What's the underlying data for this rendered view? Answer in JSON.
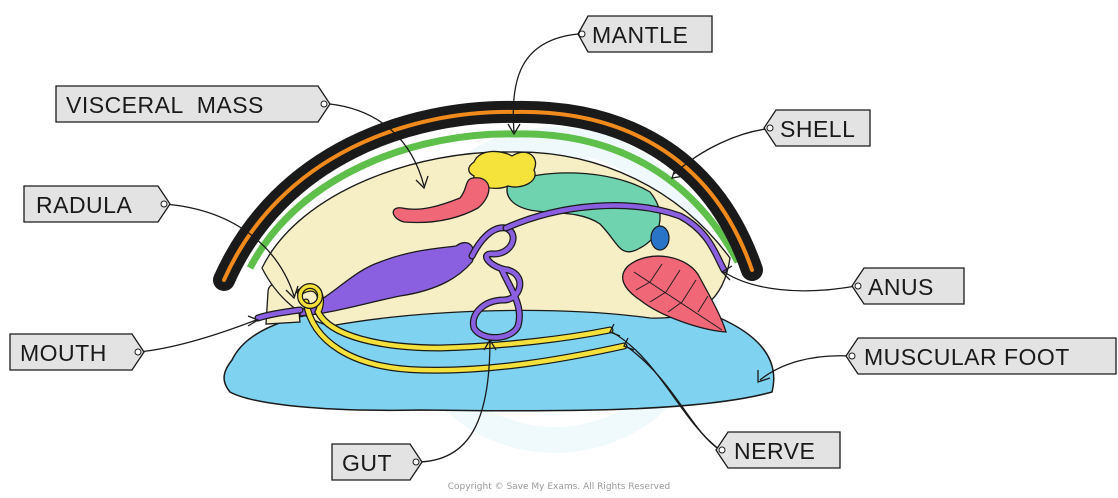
{
  "title": "",
  "labels": {
    "mantle": "MANTLE",
    "visceral_mass": "VISCERAL  MASS",
    "shell": "SHELL",
    "radula": "RADULA",
    "anus": "ANUS",
    "mouth": "MOUTH",
    "muscular_foot": "MUSCULAR FOOT",
    "gut": "GUT",
    "nerve": "NERVE"
  },
  "copyright": "Copyright © Save My Exams. All Rights Reserved",
  "colors": {
    "shell": "#1a1a1a",
    "shell_stripe": "#f08a1c",
    "mantle": "#5ebf4a",
    "visceral_mass": "#f6efc6",
    "foot": "#7fd3f0",
    "gut": "#8a5fe0",
    "nerve": "#f4e13b",
    "gill": "#f06778",
    "gland": "#6fd3b0",
    "gonad": "#f5e23a",
    "label_fill": "#e3e3e3"
  }
}
